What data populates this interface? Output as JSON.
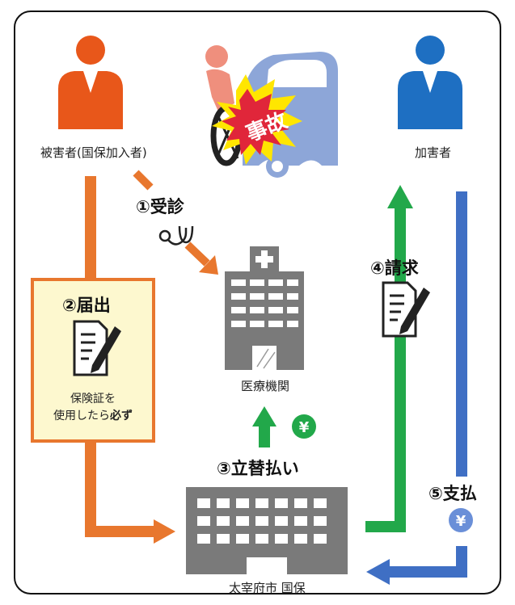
{
  "actors": {
    "victim_label": "被害者(国保加入者)",
    "perpetrator_label": "加害者",
    "hospital_label": "医療機関",
    "city_label": "太宰府市 国保"
  },
  "accident": {
    "label": "事故"
  },
  "steps": {
    "step1": "①受診",
    "step2": "②届出",
    "step3": "③立替払い",
    "step4": "④請求",
    "step5": "⑤支払"
  },
  "notice": {
    "line1": "保険証を",
    "line2_normal": "使用したら",
    "line2_bold": "必ず"
  },
  "currency_symbol": "¥",
  "colors": {
    "orange": "#e8772e",
    "person_orange": "#e8571a",
    "person_blue": "#1e6fc2",
    "green": "#22a84a",
    "blue": "#3f6fc4",
    "building_gray": "#7a7a7a",
    "note_bg": "#fdf8cf",
    "note_border": "#e8772e",
    "car_blue": "#8da6d8",
    "accident_red": "#e0263a",
    "burst_yellow": "#ffe600"
  },
  "icons": [
    "person-icon",
    "accident-icon",
    "stethoscope-icon",
    "hospital-icon",
    "document-icon",
    "city-hall-icon",
    "yen-coin-icon"
  ]
}
